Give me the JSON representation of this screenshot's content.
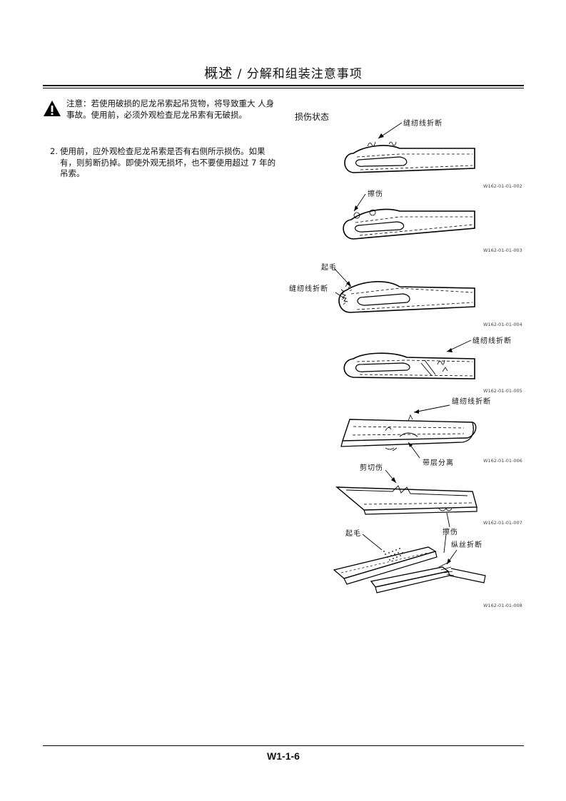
{
  "header": {
    "title_main": "概述",
    "title_sep": " / ",
    "title_sub": "分解和组装注意事项"
  },
  "warning": {
    "text": "注意：若使用破损的尼龙吊索起吊货物，将导致重大 人身事故。使用前，必须外观检查尼龙吊索有无破损。"
  },
  "step": {
    "number": "2.",
    "text": "使用前，应外观检查尼龙吊索是否有右侧所示损伤。如果有，则剪断扔掉。即使外观无损坏，也不要使用超过 7 年的吊索。"
  },
  "figures": {
    "title": "损伤状态",
    "items": [
      {
        "code": "W162-01-01-002",
        "labels": [
          "缝纫线折断"
        ]
      },
      {
        "code": "W162-01-01-003",
        "labels": [
          "擦伤"
        ]
      },
      {
        "code": "W162-01-01-004",
        "labels": [
          "起毛",
          "缝纫线折断"
        ]
      },
      {
        "code": "W162-01-01-005",
        "labels": [
          "缝纫线折断"
        ]
      },
      {
        "code": "W162-01-01-006",
        "labels": [
          "缝纫线折断",
          "带层分离"
        ]
      },
      {
        "code": "W162-01-01-007",
        "labels": [
          "剪切伤",
          "擦伤"
        ]
      },
      {
        "code": "W162-01-01-008",
        "labels": [
          "起毛",
          "纵丝折断"
        ]
      }
    ]
  },
  "footer": {
    "page_number": "W1-1-6"
  }
}
